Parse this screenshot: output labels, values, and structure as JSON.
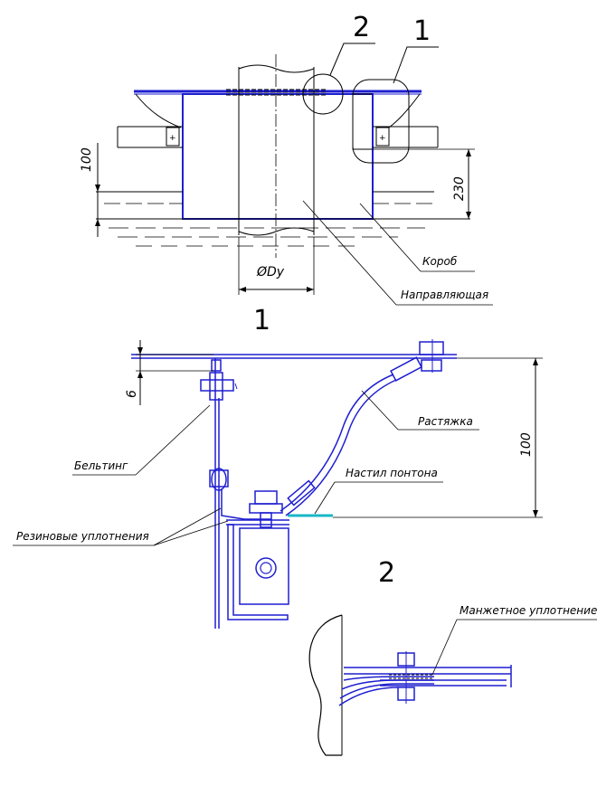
{
  "callouts": {
    "detail1": "1",
    "detail2": "2"
  },
  "section_labels": {
    "view1": "1",
    "view2": "2"
  },
  "dimensions": {
    "dim_100_top": "100",
    "dim_230": "230",
    "dim_diameter": "ØDу",
    "dim_6": "6",
    "dim_100_detail": "100"
  },
  "labels": {
    "korob": "Короб",
    "napravlyayushchaya": "Направляющая",
    "rastyazhka": "Растяжка",
    "beltin": "Бельтинг",
    "nastil": "Настил понтона",
    "rubber_seals": "Резиновые уплотнения",
    "cuff_seal": "Манжетное уплотнение"
  },
  "colors": {
    "structure": "#1f1fd0",
    "deck": "#19b8c8",
    "lines": "#000000"
  }
}
